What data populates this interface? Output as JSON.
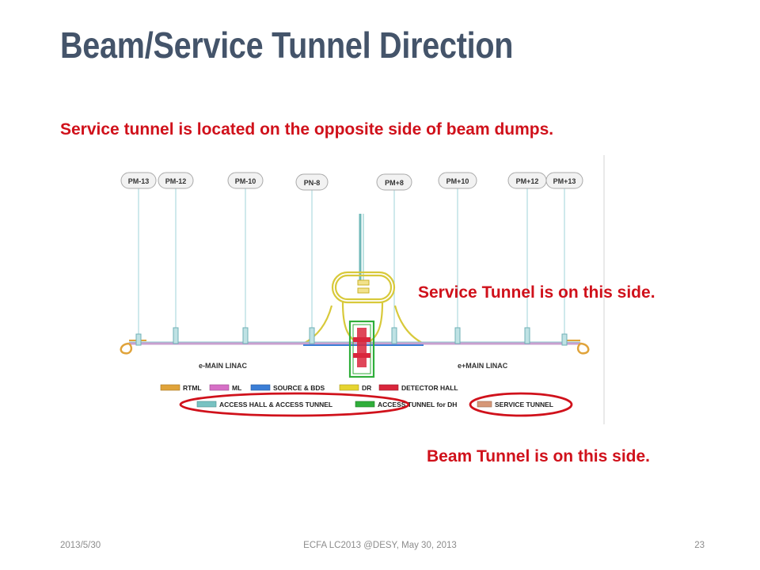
{
  "slide": {
    "title": "Beam/Service Tunnel Direction",
    "subtitle": "Service tunnel is located on the opposite side of beam dumps.",
    "note_service": "Service Tunnel is on this side.",
    "note_beam": "Beam Tunnel is on this side."
  },
  "diagram": {
    "markers": [
      {
        "label": "PM-13"
      },
      {
        "label": "PM-12"
      },
      {
        "label": "PM-10"
      },
      {
        "label": "PN-8"
      },
      {
        "label": "PM+8"
      },
      {
        "label": "PM+10"
      },
      {
        "label": "PM+12"
      },
      {
        "label": "PM+13"
      }
    ],
    "linac_left": "e-MAIN LINAC",
    "linac_right": "e+MAIN LINAC",
    "legend": [
      {
        "label": "RTML",
        "color": "#e0a33a"
      },
      {
        "label": "ML",
        "color": "#d66fc6"
      },
      {
        "label": "SOURCE & BDS",
        "color": "#3b7ed6"
      },
      {
        "label": "DR",
        "color": "#e6d430"
      },
      {
        "label": "DETECTOR HALL",
        "color": "#d9263c"
      },
      {
        "label": "ACCESS HALL & ACCESS TUNNEL",
        "color": "#78c2c2"
      },
      {
        "label": "ACCESS TUNNEL for DH",
        "color": "#2fae3a"
      },
      {
        "label": "SERVICE TUNNEL",
        "color": "#d69878"
      }
    ],
    "colors": {
      "highlight": "#d0111b",
      "tunnel": "#c9a0cf",
      "shaft": "#7fc4c9"
    }
  },
  "footer": {
    "date": "2013/5/30",
    "event": "ECFA LC2013 @DESY, May 30, 2013",
    "page": "23"
  }
}
